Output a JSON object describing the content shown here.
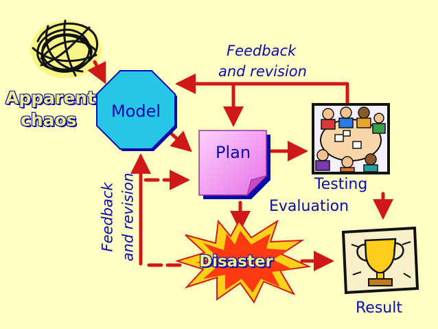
{
  "labels": {
    "apparent_chaos_line1": "Apparent",
    "apparent_chaos_line2": "chaos",
    "model": "Model",
    "plan": "Plan",
    "testing": "Testing",
    "evaluation": "Evaluation",
    "disaster": "Disaster",
    "result": "Result",
    "feedback_top_line1": "Feedback",
    "feedback_top_line2": "and revision",
    "feedback_left_line1": "Feedback",
    "feedback_left_line2": "and revision"
  },
  "colors": {
    "background": "#ffffc4",
    "text": "#0a0aa8",
    "arrow": "#d01818",
    "octagon": "#27c6e8",
    "plan_note": "#f4a6f4",
    "disaster_burst": "#ff3a10",
    "chaos_scribble": "#111111",
    "chaos_fill": "#f4f05a"
  },
  "icons": {
    "chaos": "scribble-icon",
    "testing": "meeting-icon",
    "result": "trophy-icon"
  }
}
